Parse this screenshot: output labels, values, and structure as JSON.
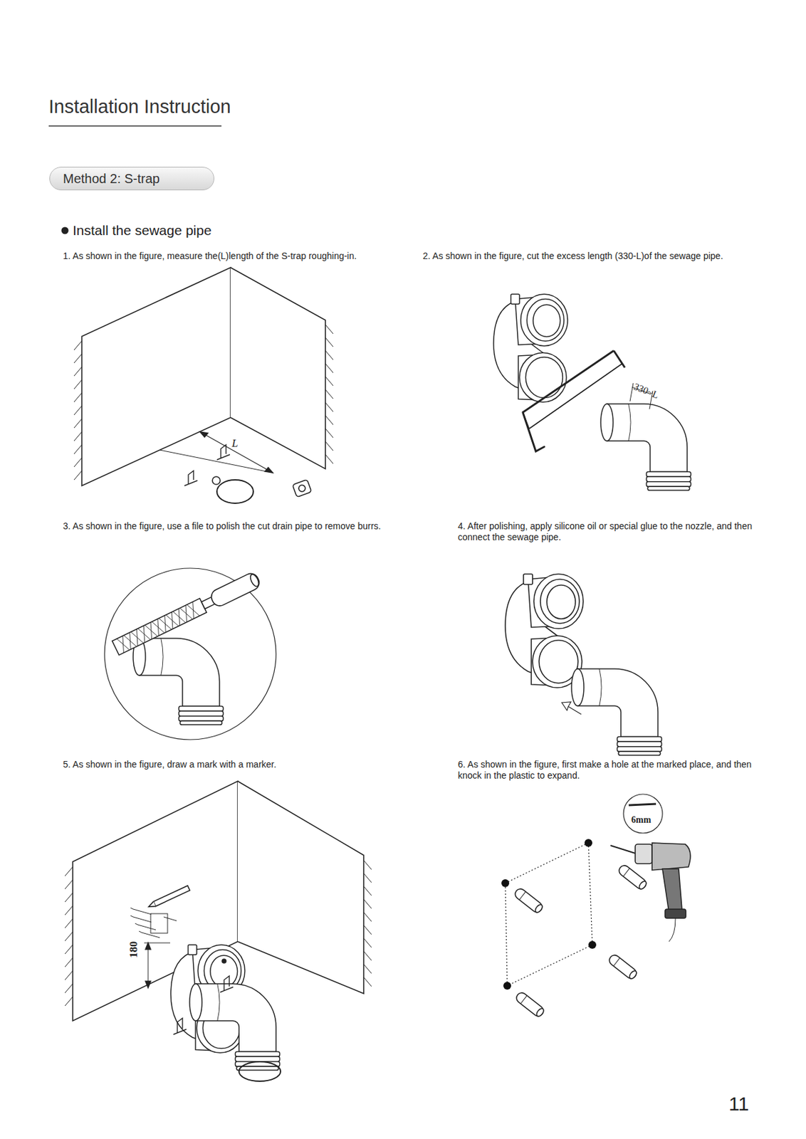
{
  "diagram": {
    "title": "Installation Instruction",
    "nodes": [
      {
        "text": [
          "Method 2: S-trap"
        ]
      }
    ],
    "labels": [
      "Install the sewage pipe",
      "1. As shown in the figure, measure the(L)length of the S-trap roughing-in.",
      "2. As shown in the figure, cut the excess length (330-L)of the sewage pipe.",
      "L",
      "330~L",
      "3. As shown in the figure, use a file to polish the cut drain pipe to remove burrs.",
      "4. After polishing, apply silicone oil or special glue to the nozzle, and then connect the sewage pipe.",
      "5. As shown in the figure, draw a mark with a marker.",
      "180",
      "6. As shown in the figure, first make a hole at the marked place, and then knock in the plastic to expand.",
      "6mm",
      "11"
    ]
  }
}
